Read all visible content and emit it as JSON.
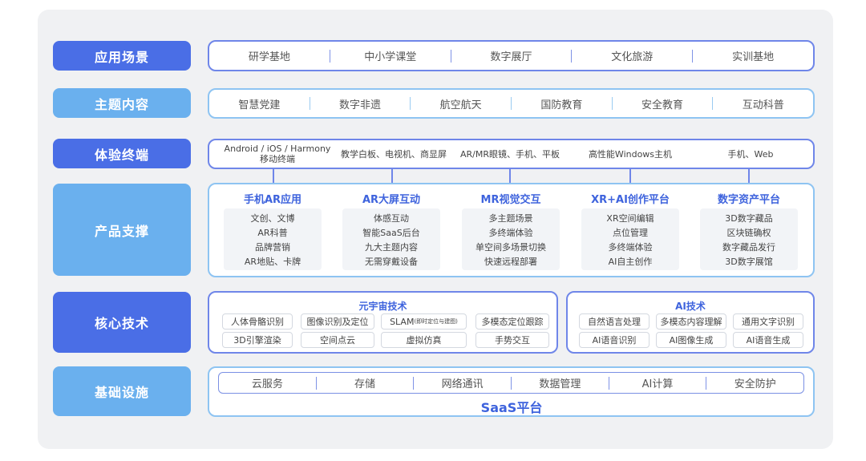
{
  "layers": {
    "scenes": {
      "label": "应用场景",
      "items": [
        "研学基地",
        "中小学课堂",
        "数字展厅",
        "文化旅游",
        "实训基地"
      ]
    },
    "topics": {
      "label": "主题内容",
      "items": [
        "智慧党建",
        "数字非遗",
        "航空航天",
        "国防教育",
        "安全教育",
        "互动科普"
      ]
    },
    "terminals": {
      "label": "体验终端",
      "items": [
        "Android / iOS / Harmony\n移动终端",
        "教学白板、电视机、商显屏",
        "AR/MR眼镜、手机、平板",
        "高性能Windows主机",
        "手机、Web"
      ]
    },
    "products": {
      "label": "产品支撑",
      "columns": [
        {
          "title": "手机AR应用",
          "items": [
            "文创、文博",
            "AR科普",
            "品牌营销",
            "AR地贴、卡牌"
          ]
        },
        {
          "title": "AR大屏互动",
          "items": [
            "体感互动",
            "智能SaaS后台",
            "九大主题内容",
            "无需穿戴设备"
          ]
        },
        {
          "title": "MR视觉交互",
          "items": [
            "多主题场景",
            "多终端体验",
            "单空间多场景切换",
            "快速远程部署"
          ]
        },
        {
          "title": "XR+AI创作平台",
          "items": [
            "XR空间编辑",
            "点位管理",
            "多终端体验",
            "AI自主创作"
          ]
        },
        {
          "title": "数字资产平台",
          "items": [
            "3D数字藏品",
            "区块链确权",
            "数字藏品发行",
            "3D数字展馆"
          ]
        }
      ]
    },
    "core": {
      "label": "核心技术",
      "metaverse": {
        "title": "元宇宙技术",
        "row1": [
          "人体骨骼识别",
          "图像识别及定位",
          "SLAM",
          "多模态定位跟踪"
        ],
        "slam_note": "(即时定位与建图)",
        "row2": [
          "3D引擎渲染",
          "空间点云",
          "虚拟仿真",
          "手势交互"
        ]
      },
      "ai": {
        "title": "AI技术",
        "row1": [
          "自然语言处理",
          "多模态内容理解",
          "通用文字识别"
        ],
        "row2": [
          "AI语音识别",
          "AI图像生成",
          "AI语音生成"
        ]
      }
    },
    "infra": {
      "label": "基础设施",
      "items": [
        "云服务",
        "存储",
        "网络通讯",
        "数据管理",
        "AI计算",
        "安全防护"
      ],
      "platform": "SaaS平台"
    }
  }
}
